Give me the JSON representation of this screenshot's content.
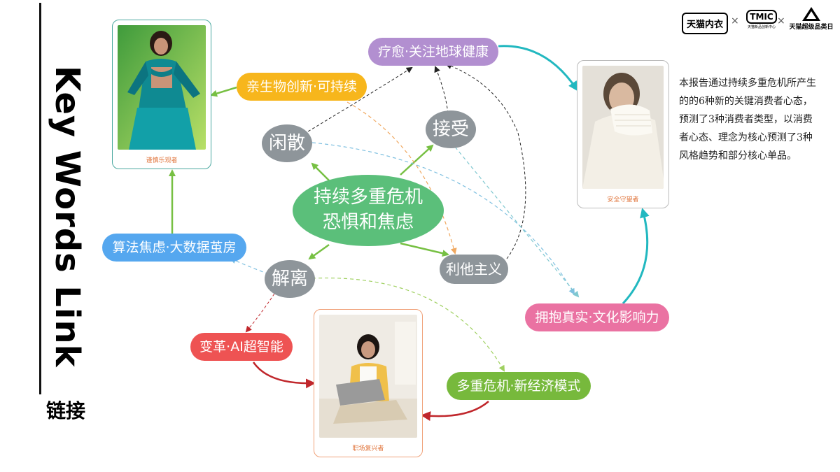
{
  "title_vertical": "Key Words Link",
  "title_sub": "链接",
  "logos": {
    "tmall_underwear": "天猫内衣",
    "separator": "×",
    "tmic": "TMIC",
    "tmic_sub": "天猫新品创新中心",
    "super_brand": "天猫超级品类日"
  },
  "description": "本报告通过持续多重危机所产生的的6种新的关键消费者心态，预测了3种消费者类型，以消费者心态、理念为核心预测了3种风格趋势和部分核心单品。",
  "center": {
    "line1": "持续多重危机",
    "line2": "恐惧和焦虑"
  },
  "mindsets": {
    "leisure": "闲散",
    "accept": "接受",
    "detach": "解离",
    "altruism": "利他主义"
  },
  "trends": {
    "healing": "疗愈·关注地球健康",
    "bio": "亲生物创新·可持续",
    "algorithm": "算法焦虑·大数据茧房",
    "ai": "变革·AI超智能",
    "economy": "多重危机·新经济模式",
    "authentic": "拥抱真实·文化影响力"
  },
  "personas": {
    "cautious": "谨慎乐观者",
    "safety": "安全守望者",
    "workplace": "职场复兴者"
  },
  "colors": {
    "purple": "#b28fd0",
    "yellow": "#f7b61c",
    "blue": "#55a7ef",
    "red": "#ee5353",
    "green": "#77b93c",
    "pink": "#ea72a2",
    "gray": "#8e959a",
    "center": "#5bbf7a",
    "teal": "#22b8c0"
  }
}
